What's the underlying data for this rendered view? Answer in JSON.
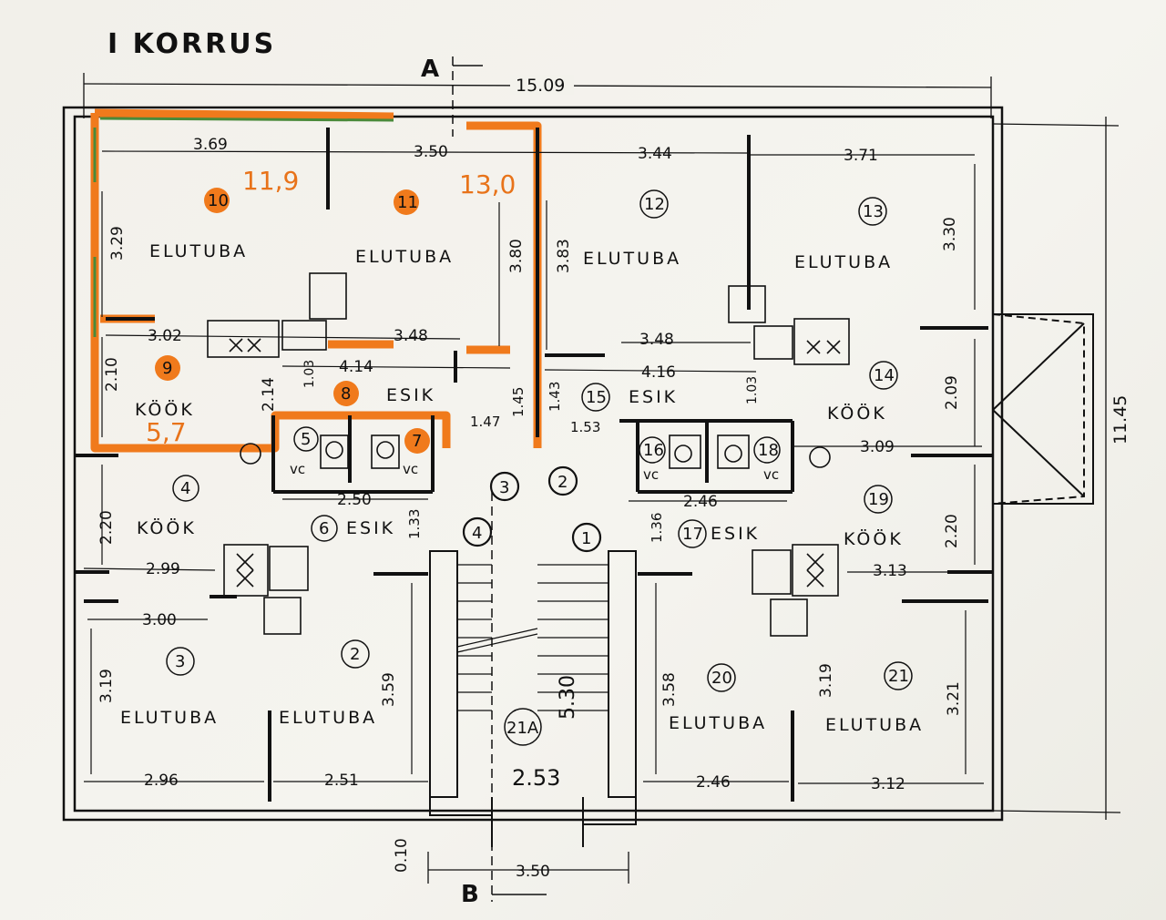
{
  "title": "I KORRUS",
  "section_marks": [
    "A",
    "B"
  ],
  "overall_dims": {
    "width": "15.09",
    "height": "11.45",
    "stair_width": "3.50",
    "stair_depth": "2.53",
    "stair_run": "5.30",
    "bottom_offset": "0.10"
  },
  "highlight_areas": [
    "11,9",
    "13,0",
    "5,7"
  ],
  "rooms": [
    {
      "number": "10",
      "label": "ELUTUBA",
      "highlighted": true
    },
    {
      "number": "11",
      "label": "ELUTUBA",
      "highlighted": true
    },
    {
      "number": "12",
      "label": "ELUTUBA",
      "highlighted": false
    },
    {
      "number": "13",
      "label": "ELUTUBA",
      "highlighted": false
    },
    {
      "number": "9",
      "label": "KÖÖK",
      "highlighted": true
    },
    {
      "number": "8",
      "label": "ESIK",
      "highlighted": true
    },
    {
      "number": "7",
      "label": "vc",
      "highlighted": true
    },
    {
      "number": "5",
      "label": "vc",
      "highlighted": false
    },
    {
      "number": "15",
      "label": "ESIK",
      "highlighted": false
    },
    {
      "number": "14",
      "label": "KÖÖK",
      "highlighted": false
    },
    {
      "number": "16",
      "label": "vc",
      "highlighted": false
    },
    {
      "number": "18",
      "label": "vc",
      "highlighted": false
    },
    {
      "number": "4",
      "label": "KÖÖK",
      "highlighted": false
    },
    {
      "number": "6",
      "label": "ESIK",
      "highlighted": false
    },
    {
      "number": "17",
      "label": "ESIK",
      "highlighted": false
    },
    {
      "number": "19",
      "label": "KÖÖK",
      "highlighted": false
    },
    {
      "number": "3",
      "label": "ELUTUBA",
      "highlighted": false
    },
    {
      "number": "2",
      "label": "ELUTUBA",
      "highlighted": false
    },
    {
      "number": "20",
      "label": "ELUTUBA",
      "highlighted": false
    },
    {
      "number": "21",
      "label": "ELUTUBA",
      "highlighted": false
    },
    {
      "number": "21A",
      "label": "",
      "highlighted": false
    },
    {
      "number": "1",
      "label": "",
      "highlighted": false
    }
  ],
  "stair_numbers": [
    "3",
    "2",
    "4"
  ],
  "dimensions": {
    "r10_w": "3.69",
    "r11_w": "3.50",
    "r12_w": "3.44",
    "r13_w": "3.71",
    "r10_h": "3.29",
    "r11_h": "3.80",
    "r12_h": "3.83",
    "r13_h": "3.30",
    "k9_w": "3.02",
    "k9_h": "2.10",
    "e8_w": "3.48",
    "e8_w2": "4.14",
    "e8_h": "2.14",
    "e8_d": "1.03",
    "e15_w": "3.48",
    "e15_w2": "4.16",
    "e15_d": "1.03",
    "e15_h": "1.43",
    "k14_h": "2.09",
    "k14_w": "3.09",
    "c_145": "1.45",
    "c_147": "1.47",
    "c_153": "1.53",
    "k4_h": "2.20",
    "k4_w": "2.99",
    "r3_w_top": "3.00",
    "vc_w": "2.50",
    "vc2_w": "2.46",
    "e6_h": "1.33",
    "e17_h": "1.36",
    "k19_w": "3.13",
    "k19_h": "2.20",
    "r3_h": "3.19",
    "r2_h": "3.59",
    "r20_h": "3.58",
    "r21_h": "3.19",
    "r21_h2": "3.21",
    "r3_w": "2.96",
    "r2_w": "2.51",
    "r20_w": "2.46",
    "r21_w": "3.12"
  }
}
